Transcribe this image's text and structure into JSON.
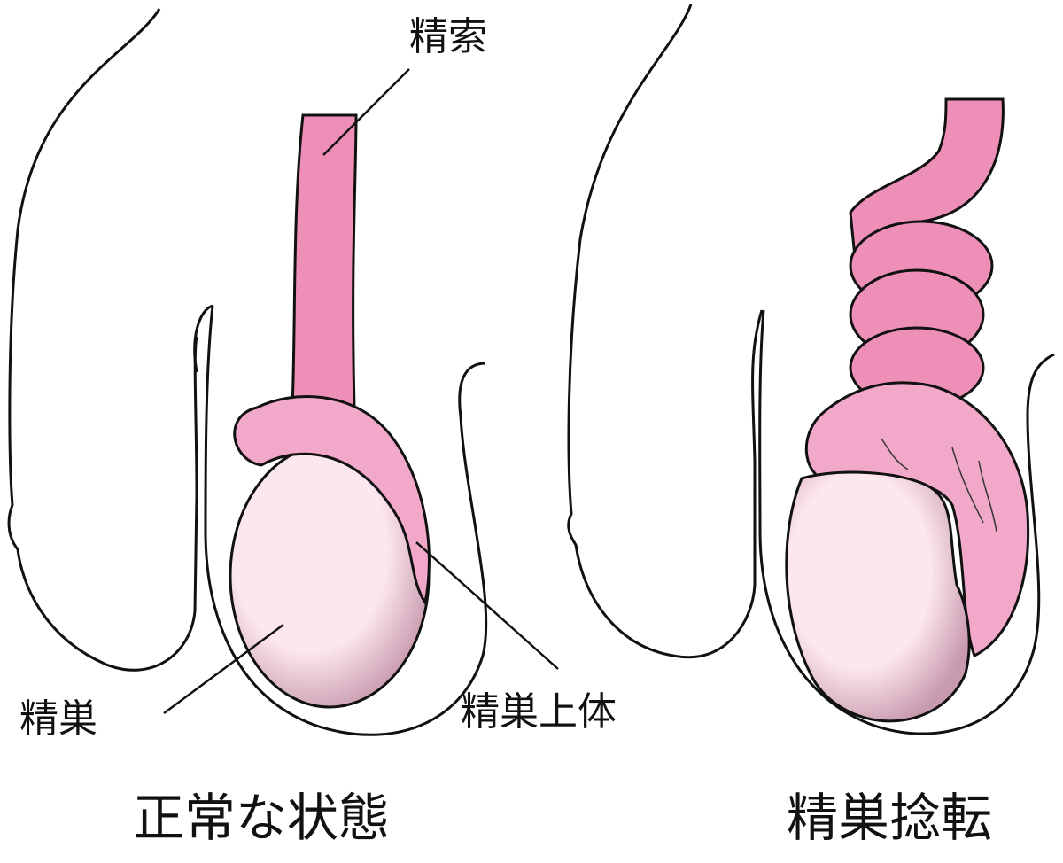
{
  "diagram": {
    "type": "anatomical-illustration",
    "panels": [
      {
        "id": "normal",
        "caption": "正常な状態",
        "labels": {
          "spermatic_cord": "精索",
          "testis": "精巣",
          "epididymis": "精巣上体"
        }
      },
      {
        "id": "torsion",
        "caption": "精巣捻転"
      }
    ],
    "colors": {
      "cord": "#ee8fb8",
      "epididymis": "#f2a9c9",
      "testis": "#fce6ef",
      "outline": "#111111",
      "background": "#ffffff"
    }
  }
}
